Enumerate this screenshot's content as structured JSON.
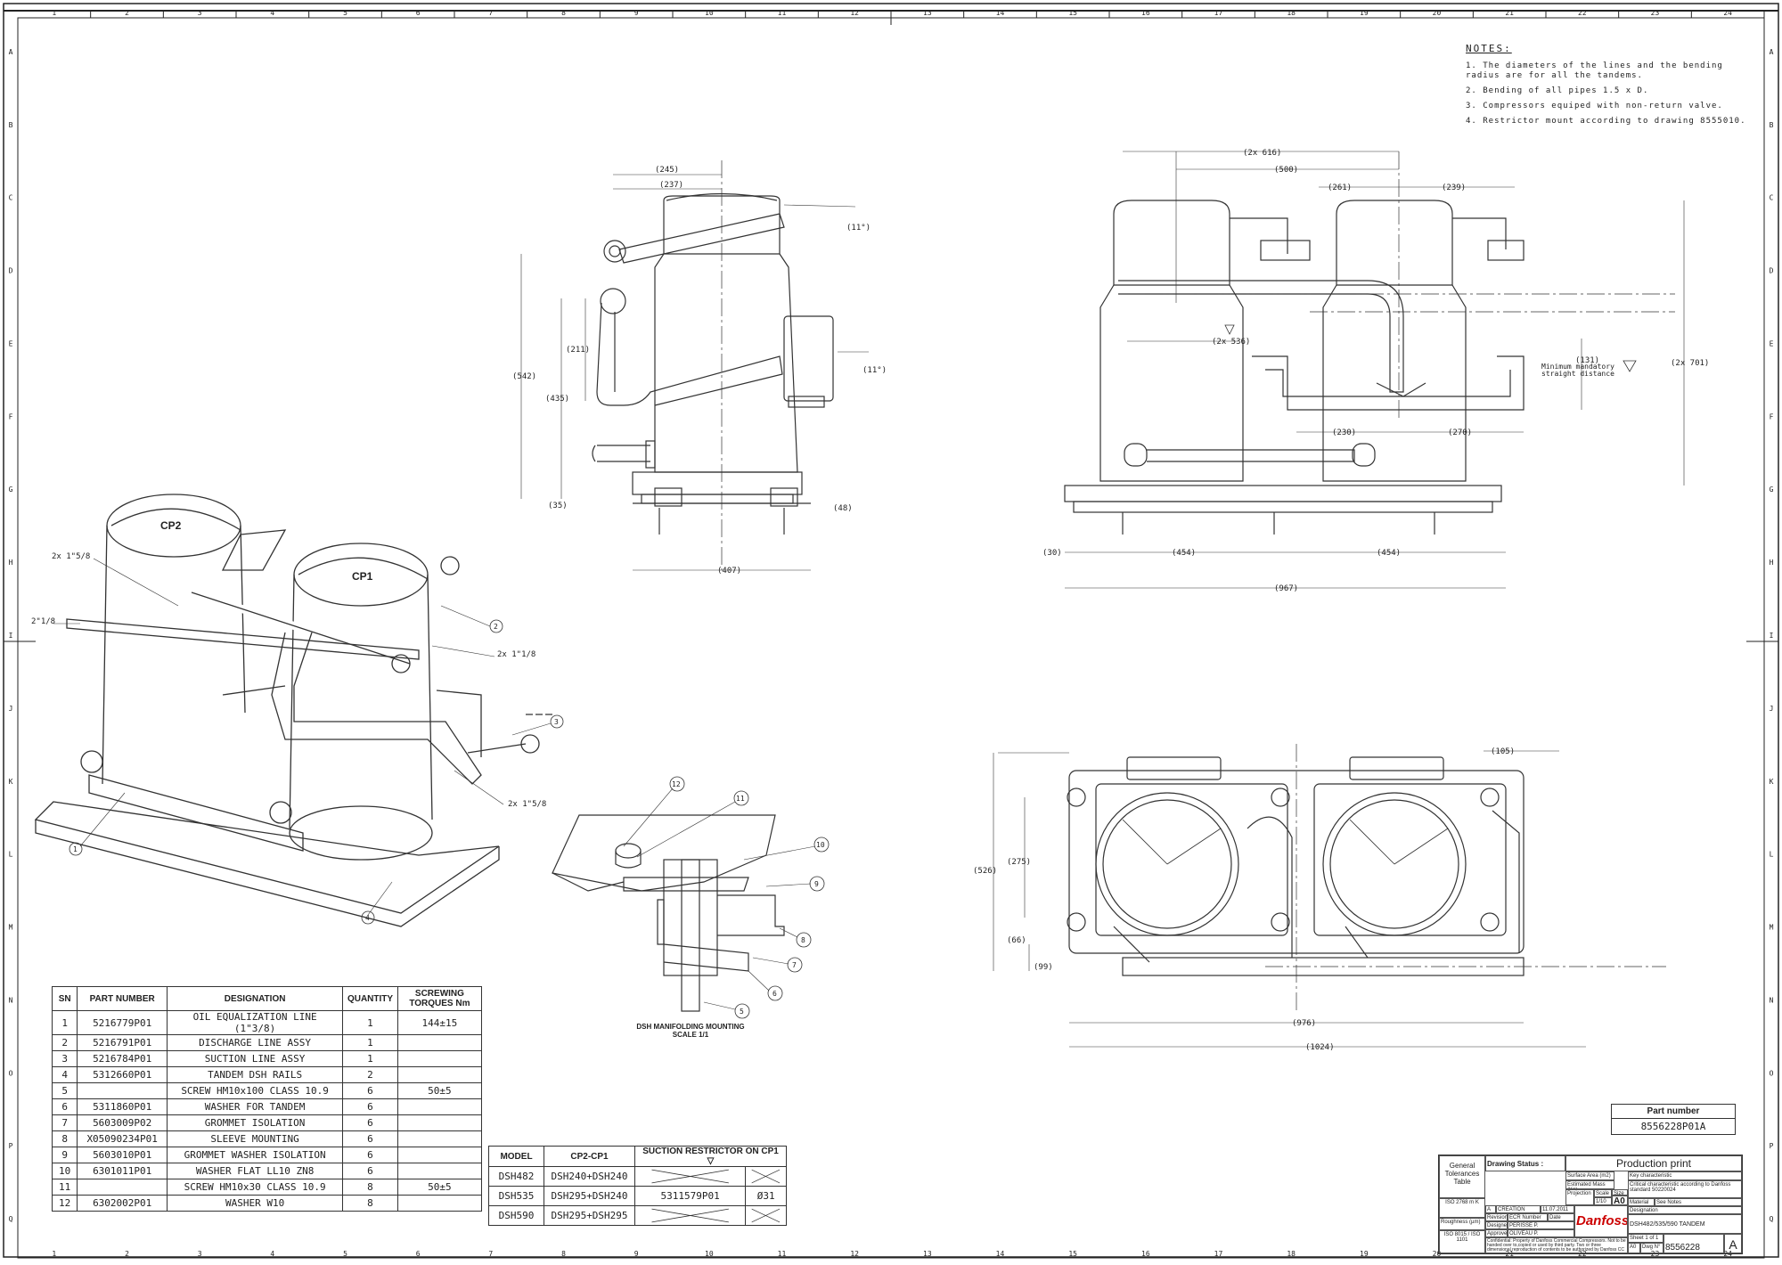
{
  "notes": {
    "title": "NOTES:",
    "items": [
      "1. The diameters of the lines and the bending radius are for all the tandems.",
      "2. Bending of all pipes 1.5 x D.",
      "3. Compressors equiped with non-return valve.",
      "4. Restrictor mount according to drawing 8555010."
    ]
  },
  "border": {
    "columns": [
      "1",
      "2",
      "3",
      "4",
      "5",
      "6",
      "7",
      "8",
      "9",
      "10",
      "11",
      "12",
      "13",
      "14",
      "15",
      "16",
      "17",
      "18",
      "19",
      "20",
      "21",
      "22",
      "23",
      "24"
    ],
    "rows": [
      "A",
      "B",
      "C",
      "D",
      "E",
      "F",
      "G",
      "H",
      "I",
      "J",
      "K",
      "L",
      "M",
      "N",
      "O",
      "P",
      "Q"
    ]
  },
  "side_view": {
    "dims": [
      "(245)",
      "(237)",
      "(11°)",
      "(542)",
      "(211)",
      "(435)",
      "(11°)",
      "(35)",
      "(48)",
      "(407)"
    ]
  },
  "front_view": {
    "dims": [
      "(2x 616)",
      "(500)",
      "(261)",
      "(239)",
      "(2x 536)",
      "(131)",
      "(2x 701)",
      "(230)",
      "(270)",
      "(30)",
      "(454)",
      "(454)",
      "(967)"
    ],
    "annotation": "Minimum mandatory straight distance"
  },
  "top_view": {
    "dims": [
      "(105)",
      "(275)",
      "(526)",
      "(66)",
      "(99)",
      "(976)",
      "(1024)"
    ]
  },
  "iso_view": {
    "labels": [
      "CP2",
      "CP1",
      "2x 1\"5/8",
      "2\"1/8",
      "2x 1\"1/8",
      "2x 1\"5/8"
    ],
    "callouts": [
      "1",
      "2",
      "3",
      "4"
    ]
  },
  "mounting_detail": {
    "caption_line1": "DSH MANIFOLDING MOUNTING",
    "caption_line2": "SCALE 1/1",
    "callouts": [
      "12",
      "11",
      "10",
      "9",
      "8",
      "7",
      "6",
      "5"
    ]
  },
  "parts_table": {
    "headers": [
      "SN",
      "PART NUMBER",
      "DESIGNATION",
      "QUANTITY",
      "SCREWING TORQUES Nm"
    ],
    "rows": [
      [
        "1",
        "5216779P01",
        "OIL EQUALIZATION LINE (1\"3/8)",
        "1",
        "144±15"
      ],
      [
        "2",
        "5216791P01",
        "DISCHARGE LINE ASSY",
        "1",
        ""
      ],
      [
        "3",
        "5216784P01",
        "SUCTION LINE ASSY",
        "1",
        ""
      ],
      [
        "4",
        "5312660P01",
        "TANDEM DSH RAILS",
        "2",
        ""
      ],
      [
        "5",
        "",
        "SCREW HM10x100 CLASS 10.9",
        "6",
        "50±5"
      ],
      [
        "6",
        "5311860P01",
        "WASHER FOR TANDEM",
        "6",
        ""
      ],
      [
        "7",
        "5603009P02",
        "GROMMET ISOLATION",
        "6",
        ""
      ],
      [
        "8",
        "X05090234P01",
        "SLEEVE MOUNTING",
        "6",
        ""
      ],
      [
        "9",
        "5603010P01",
        "GROMMET WASHER ISOLATION",
        "6",
        ""
      ],
      [
        "10",
        "6301011P01",
        "WASHER FLAT LL10 ZN8",
        "6",
        ""
      ],
      [
        "11",
        "",
        "SCREW HM10x30 CLASS 10.9",
        "8",
        "50±5"
      ],
      [
        "12",
        "6302002P01",
        "WASHER W10",
        "8",
        ""
      ]
    ]
  },
  "model_table": {
    "headers": [
      "MODEL",
      "CP2-CP1",
      "SUCTION RESTRICTOR ON CP1 ▽"
    ],
    "rows": [
      {
        "model": "DSH482",
        "cp": "DSH240+DSH240",
        "restrictor": "",
        "dia": ""
      },
      {
        "model": "DSH535",
        "cp": "DSH295+DSH240",
        "restrictor": "5311579P01",
        "dia": "Ø31"
      },
      {
        "model": "DSH590",
        "cp": "DSH295+DSH295",
        "restrictor": "",
        "dia": ""
      }
    ]
  },
  "part_number": {
    "label": "Part number",
    "value": "8556228P01A"
  },
  "title_block": {
    "general_tol": "General Tolerances Table",
    "iso": "ISO 2768 m K",
    "roughness": "Roughness (µm)",
    "drawing_status_label": "Drawing Status :",
    "drawing_status": "Production print",
    "surface_area": "Surface Area (m2)",
    "estimated_mass": "Estimated Mass (Kg)",
    "projection": "Projection",
    "scale_label": "Scale",
    "scale": "1/10",
    "size_label": "Size",
    "size": "A0",
    "key_char": "Key characteristic",
    "critical_char": "Critical characteristic according to Danfoss standard 50220024",
    "material_label": "Material",
    "material": "See Notes",
    "rev": "A",
    "creation": "CREATION",
    "date": "11.07.2011",
    "designer": "PERISSE P.",
    "approver": "OLIVEAU P.",
    "ecr_label": "ECR Number",
    "date_label": "Date",
    "revision_label": "Revision",
    "designed_label": "Designed",
    "approved_label": "Approved",
    "confidential": "Confidential: Property of Danfoss Commercial Compressors. Not to be handed over to,copied or used by third party. Two or three dimensional reproduction of contents to be authorized by Danfoss CC",
    "iso_codes": "ISO 8015 / ISO 1101",
    "brand": "Danfoss",
    "designation_label": "Designation",
    "designation": "DSH482/535/590 TANDEM",
    "sheet": "Sheet 1 of 1",
    "drawing_no_label": "Dwg N°",
    "drawing_no": "8556228",
    "size2": "A0",
    "rev_letter": "A"
  }
}
